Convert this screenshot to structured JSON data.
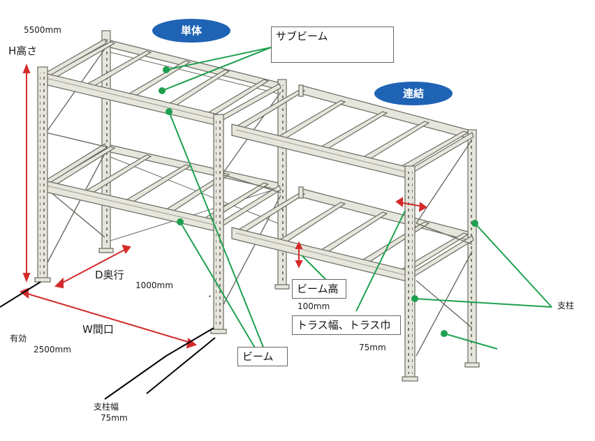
{
  "badges": {
    "single": "単体",
    "linked": "連結"
  },
  "callouts": {
    "sub_beam": "サブビーム",
    "beam": "ビーム",
    "beam_height": "ビーム高",
    "truss_width": "トラス幅、トラス巾",
    "post": "支柱"
  },
  "dimensions": {
    "height_value": "5500mm",
    "height_label": "H高さ",
    "depth_label": "D奥行",
    "depth_value": "1000mm",
    "width_label": "W間口",
    "effective": "有効",
    "width_value": "2500mm",
    "post_width_label": "支柱幅",
    "post_width_value": "75mm",
    "beam_height_value": "100mm",
    "truss_width_value": "75mm"
  },
  "colors": {
    "steel_fill": "#e6e6dc",
    "steel_stroke": "#6a6a62",
    "leader": "#1ea050",
    "dimension": "#d42a2a",
    "badge": "#1f63b5"
  }
}
